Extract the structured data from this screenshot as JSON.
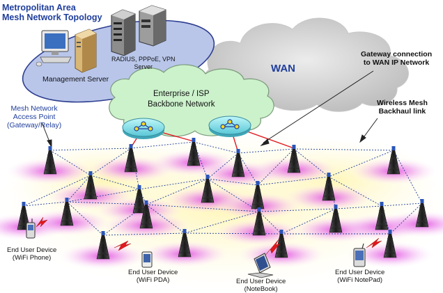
{
  "title": {
    "line1": "Metropolitan Area",
    "line2": "Mesh Network Topology"
  },
  "management_server": "Management Server",
  "radius_server": {
    "line1": "RADIUS, PPPoE, VPN",
    "line2": "Server"
  },
  "wan": "WAN",
  "backbone": {
    "line1": "Enterprise / ISP",
    "line2": "Backbone Network"
  },
  "gateway_connection": {
    "line1": "Gateway connection",
    "line2": "to WAN IP Network"
  },
  "backhaul_link": {
    "line1": "Wireless Mesh",
    "line2": "Backhaul link"
  },
  "access_point": {
    "line1": "Mesh Network",
    "line2": "Access Point",
    "line3": "(Gateway/Relay)"
  },
  "devices": [
    {
      "line1": "End User Device",
      "line2": "(WiFi Phone)"
    },
    {
      "line1": "End User Device",
      "line2": "(WiFi PDA)"
    },
    {
      "line1": "End User Device",
      "line2": "(NoteBook)"
    },
    {
      "line1": "End User Device",
      "line2": "(WiFi NotePad)"
    }
  ],
  "colors": {
    "title_blue": "#1f3e9c",
    "region_fill": "#b9c6ea",
    "backbone_cloud": "#ccf2cc",
    "wan_cloud": "#d4d4d4",
    "coverage": "#e24fe0",
    "mesh_link": "#1f3e9c",
    "gateway_link": "#e0191e"
  }
}
